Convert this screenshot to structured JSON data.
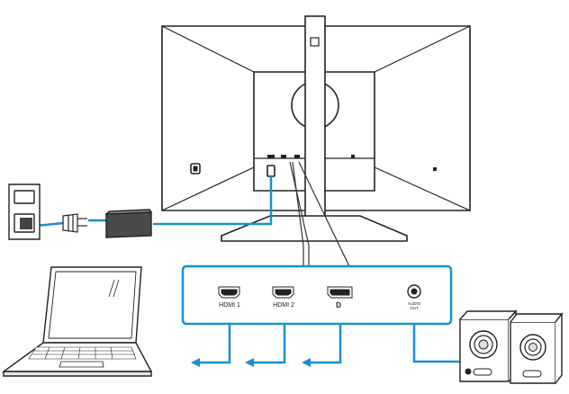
{
  "ports": {
    "hdmi1_label": "HDMI 1",
    "hdmi2_label": "HDMI 2",
    "dp_label": "D",
    "audio_out_line1": "AUDIO",
    "audio_out_line2": "OUT"
  },
  "colors": {
    "connector_blue": "#1a8fd0",
    "outline": "#222222",
    "panel_fill": "#ffffff"
  },
  "icons": {
    "monitor": "monitor-rear-icon",
    "wall_outlet": "wall-outlet-icon",
    "power_plug": "power-plug-icon",
    "power_adapter": "power-adapter-icon",
    "laptop": "laptop-icon",
    "speakers": "speakers-icon",
    "hdmi_port": "hdmi-port-icon",
    "displayport": "displayport-icon",
    "audio_jack": "audio-jack-icon"
  }
}
